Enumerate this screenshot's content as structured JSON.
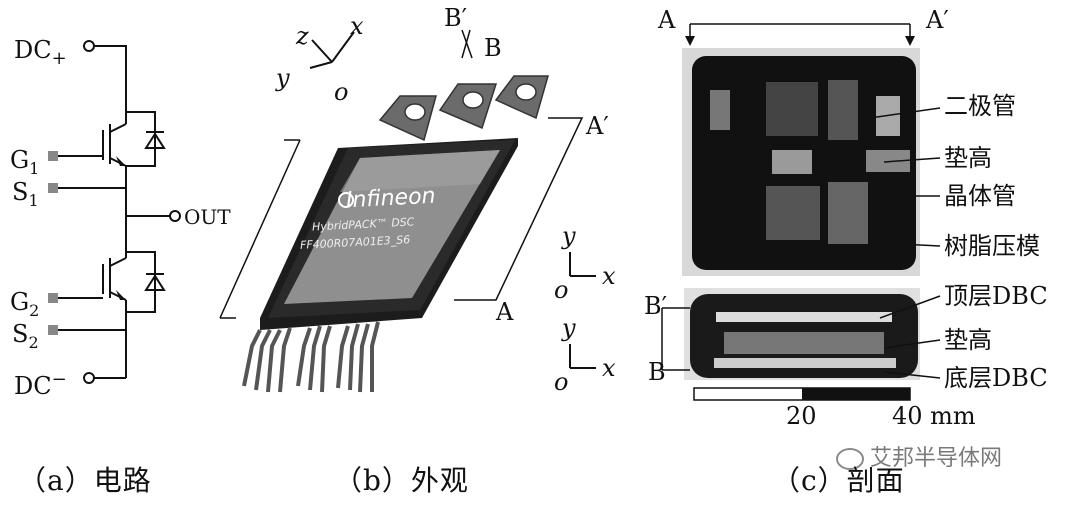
{
  "panel_a": {
    "dc_plus": "DC",
    "dc_plus_sign": "+",
    "g1": "G",
    "g1_sub": "1",
    "s1": "S",
    "s1_sub": "1",
    "out": "OUT",
    "g2": "G",
    "g2_sub": "2",
    "s2": "S",
    "s2_sub": "2",
    "dc_minus": "DC",
    "dc_minus_sign": "−",
    "caption": "（a）电路"
  },
  "panel_b": {
    "axis_z": "z",
    "axis_x": "x",
    "axis_y": "y",
    "axis_o": "o",
    "bprime": "B′",
    "b": "B",
    "aprime": "A′",
    "a": "A",
    "brand": "Infineon",
    "product": "HybridPACK™ DSC",
    "part": "FF400R07A01E3_S6",
    "caption": "（b）外观"
  },
  "panel_c": {
    "a": "A",
    "aprime": "A′",
    "label_diode": "二极管",
    "label_spacer_top": "垫高",
    "label_transistor": "晶体管",
    "label_resin": "树脂压模",
    "bprime": "B′",
    "b": "B",
    "label_top_dbc": "顶层DBC",
    "label_spacer_bottom": "垫高",
    "label_bottom_dbc": "底层DBC",
    "axis_y": "y",
    "axis_x": "x",
    "axis_o": "o",
    "scale_20": "20",
    "scale_40": "40 mm",
    "caption": "（c）剖面"
  },
  "watermark": "艾邦半导体网"
}
